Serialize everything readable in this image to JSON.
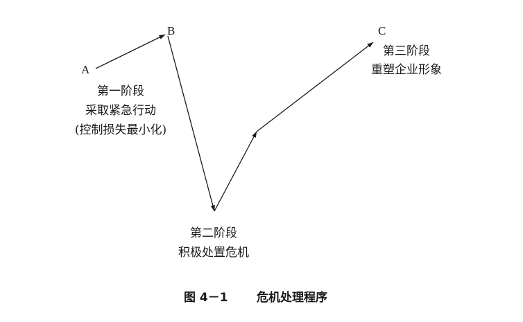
{
  "points": {
    "a": "A",
    "b": "B",
    "c": "C"
  },
  "stages": {
    "stage1": {
      "title": "第一阶段",
      "action": "采取紧急行动",
      "note": "(控制损失最小化)"
    },
    "stage2": {
      "title": "第二阶段",
      "action": "积极处置危机"
    },
    "stage3": {
      "title": "第三阶段",
      "action": "重塑企业形象"
    }
  },
  "figure": {
    "number": "图 4－1",
    "title": "危机处理程序"
  }
}
